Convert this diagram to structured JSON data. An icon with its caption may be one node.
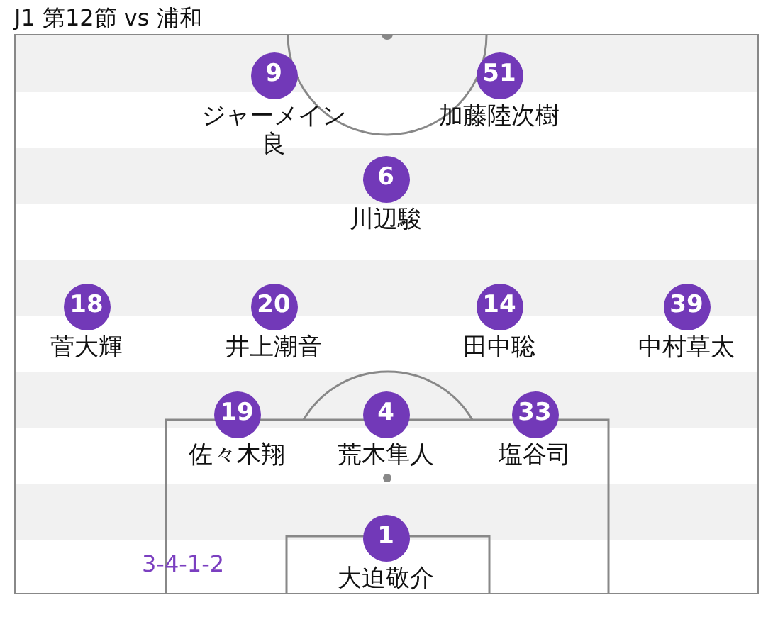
{
  "diagram": {
    "title": "J1 第12節 vs 浦和",
    "nodes": [
      {
        "text": [
          "9"
        ],
        "beside": [
          "ジャーメイン良"
        ]
      },
      {
        "text": [
          "51"
        ],
        "beside": [
          "加藤陸次樹"
        ]
      },
      {
        "text": [
          "6"
        ],
        "beside": [
          "川辺駿"
        ]
      },
      {
        "text": [
          "18"
        ],
        "beside": [
          "菅大輝"
        ]
      },
      {
        "text": [
          "20"
        ],
        "beside": [
          "井上潮音"
        ]
      },
      {
        "text": [
          "14"
        ],
        "beside": [
          "田中聡"
        ]
      },
      {
        "text": [
          "39"
        ],
        "beside": [
          "中村草太"
        ]
      },
      {
        "text": [
          "19"
        ],
        "beside": [
          "佐々木翔"
        ]
      },
      {
        "text": [
          "4"
        ],
        "beside": [
          "荒木隼人"
        ]
      },
      {
        "text": [
          "33"
        ],
        "beside": [
          "塩谷司"
        ]
      },
      {
        "text": [
          "1"
        ],
        "beside": [
          "大迫敬介"
        ]
      }
    ],
    "labels": [
      "3-4-1-2"
    ]
  }
}
